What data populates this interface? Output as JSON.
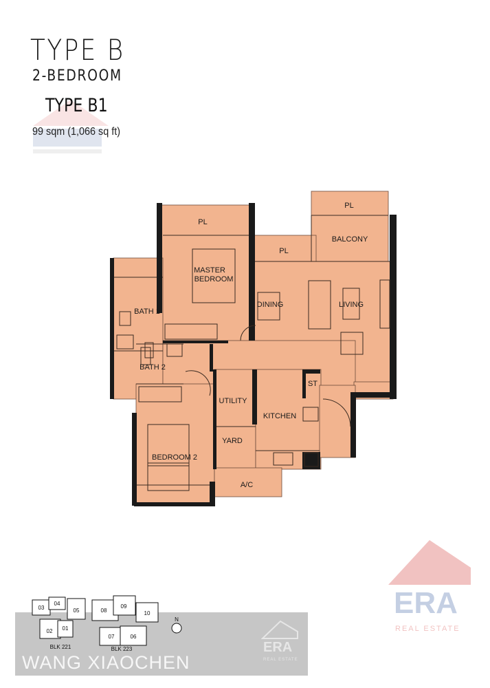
{
  "header": {
    "type": "TYPE B",
    "bedrooms": "2-BEDROOM",
    "subtype": "TYPE B1",
    "area": "99 sqm (1,066 sq ft)"
  },
  "plan": {
    "fill_color": "#f2b48f",
    "wall_color": "#1a1a1a",
    "rooms": {
      "pl_master": "PL",
      "pl_balcony": "PL",
      "pl_living": "PL",
      "balcony": "BALCONY",
      "master_line1": "MASTER",
      "master_line2": "BEDROOM",
      "dining": "DINING",
      "living": "LIVING",
      "bath1": "BATH 1",
      "bath2": "BATH 2",
      "utility": "UTILITY",
      "kitchen": "KITCHEN",
      "st": "ST",
      "yard": "YARD",
      "bedroom2": "BEDROOM 2",
      "ac": "A/C"
    }
  },
  "key_plan": {
    "units": [
      "03",
      "04",
      "05",
      "02",
      "01",
      "08",
      "09",
      "10",
      "07",
      "06"
    ],
    "blk1": "BLK 221",
    "blk2": "BLK 223",
    "north": "N"
  },
  "watermark": {
    "name": "WANG XIAOCHEN",
    "logo": "ERA",
    "logo_sub": "REAL ESTATE",
    "logo_color": "#d9534f"
  }
}
